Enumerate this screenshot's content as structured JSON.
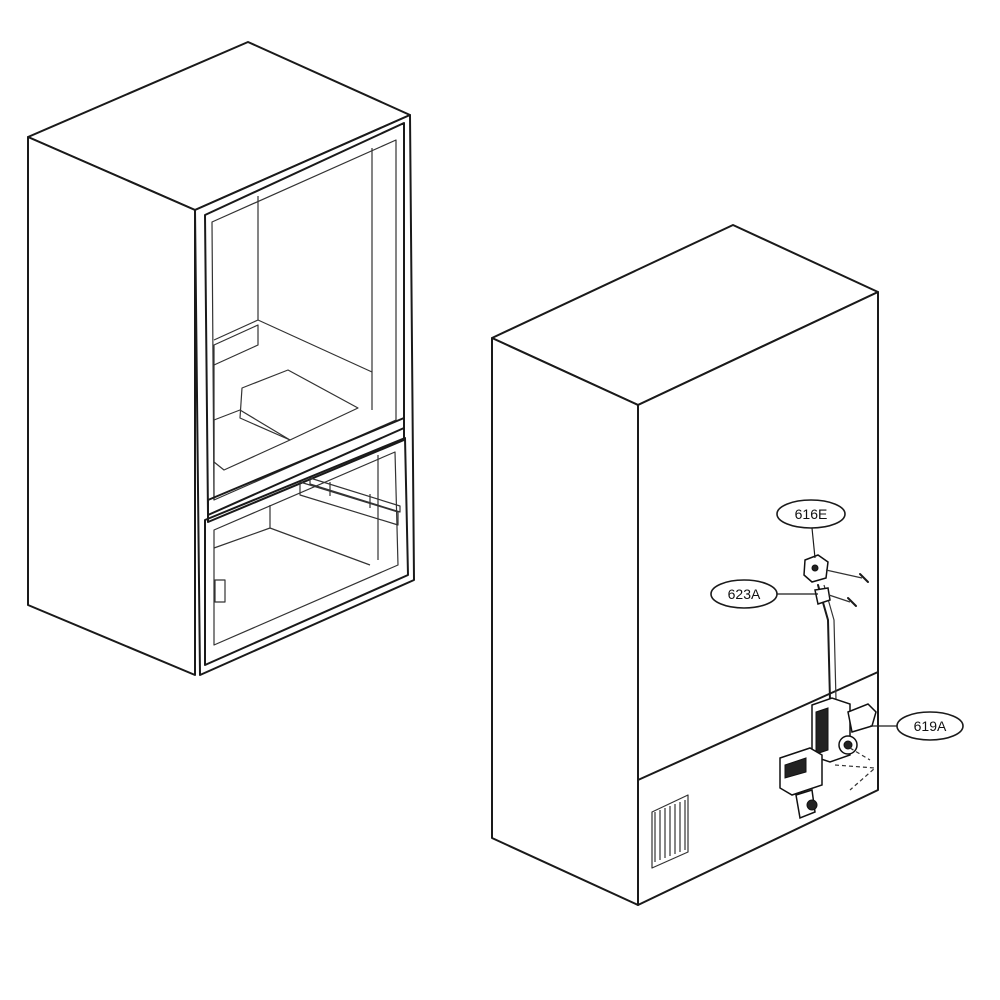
{
  "callouts": [
    {
      "id": "616e",
      "label": "616E"
    },
    {
      "id": "623a",
      "label": "623A"
    },
    {
      "id": "619a",
      "label": "619A"
    }
  ]
}
